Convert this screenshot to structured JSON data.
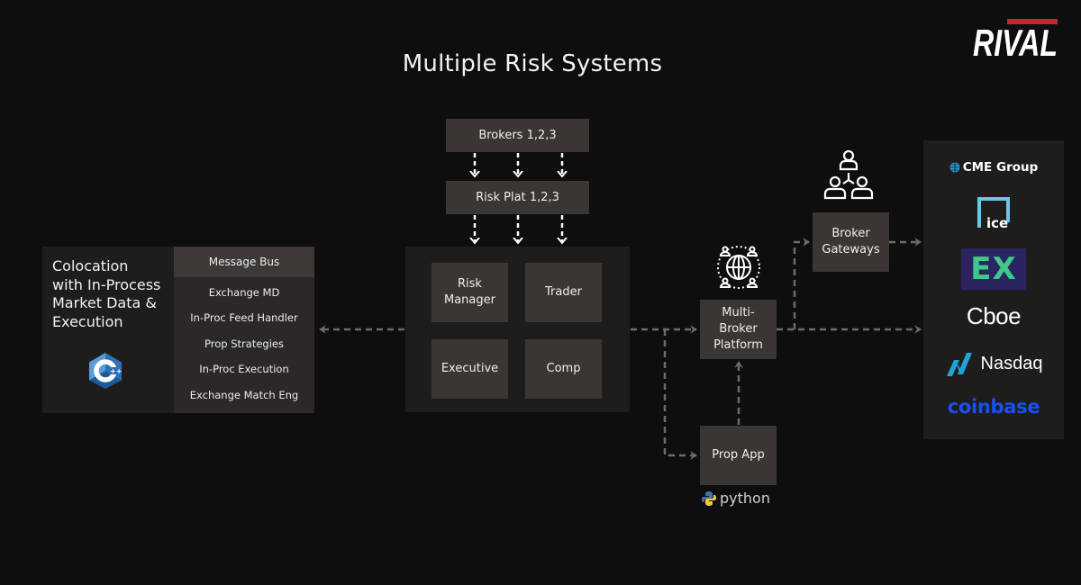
{
  "title": "Multiple Risk Systems",
  "brand": {
    "logo_text": "RIVAL",
    "accent_color": "#c0262b"
  },
  "colocation": {
    "heading_lines": [
      "Colocation",
      "with In-Process",
      "Market Data &",
      "Execution"
    ],
    "language_icon": "cpp-icon",
    "message_bus": {
      "header": "Message Bus",
      "items": [
        "Exchange MD",
        "In-Proc Feed Handler",
        "Prop Strategies",
        "In-Proc Execution",
        "Exchange Match Eng"
      ]
    }
  },
  "brokers": {
    "label": "Brokers 1,2,3"
  },
  "risk_plat": {
    "label": "Risk Plat 1,2,3"
  },
  "core": {
    "risk_manager": "Risk Manager",
    "risk_manager_lines": [
      "Risk",
      "Manager"
    ],
    "trader": "Trader",
    "executive": "Executive",
    "comp": "Comp"
  },
  "multi_broker": {
    "lines": [
      "Multi-",
      "Broker",
      "Platform"
    ],
    "icon": "global-network-icon"
  },
  "broker_gateways": {
    "lines": [
      "Broker",
      "Gateways"
    ],
    "icon": "team-hierarchy-icon"
  },
  "prop_app": {
    "label": "Prop App",
    "language": "python"
  },
  "exchanges": [
    {
      "name": "CME Group",
      "color": "#ffffff",
      "icon_color": "#2a9fd8"
    },
    {
      "name": "ice",
      "color": "#ffffff",
      "icon_color": "#6ec6ea"
    },
    {
      "name": "EX",
      "color": "#3ec98a",
      "bg": "#2a2460"
    },
    {
      "name": "Cboe",
      "color": "#ffffff",
      "dot_color": "#3ec98a"
    },
    {
      "name": "Nasdaq",
      "color": "#ffffff",
      "icon_color": "#1fa3d9"
    },
    {
      "name": "coinbase",
      "color": "#1652f0"
    }
  ]
}
